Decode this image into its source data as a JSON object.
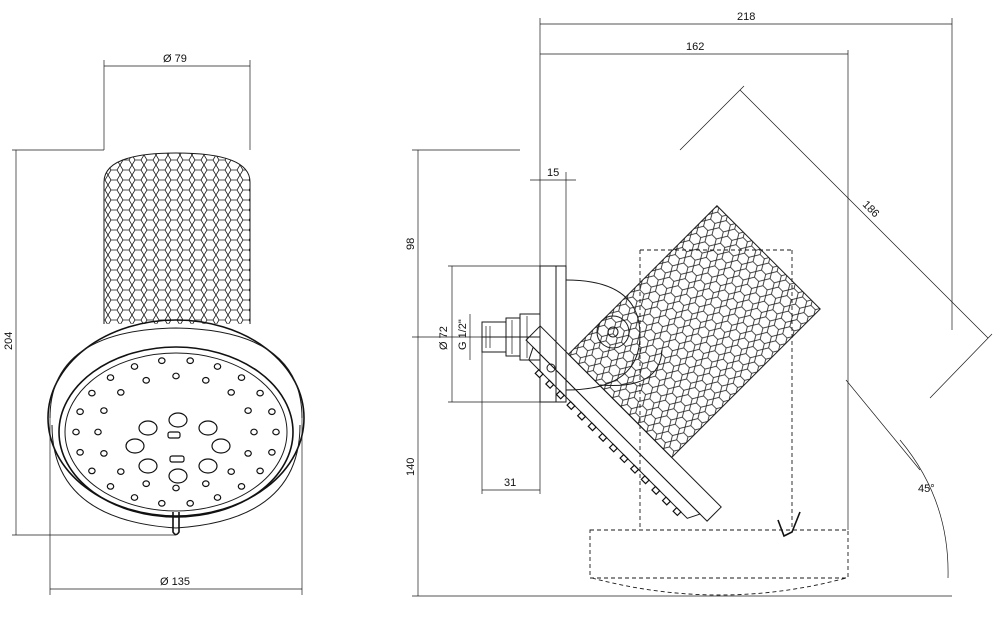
{
  "dimensions": {
    "front_head_diameter": "Ø 79",
    "front_height": "204",
    "front_face_diameter": "Ø 135",
    "side_total_width": "218",
    "side_body_width": "162",
    "side_inlet_offset": "15",
    "side_upper_height": "98",
    "side_flange_diameter": "Ø 72",
    "side_thread": "G 1/2\"",
    "side_lower_height": "140",
    "side_inlet_depth": "31",
    "side_head_length": "186",
    "side_tilt_angle": "45°"
  },
  "colors": {
    "line": "#1a1a1a",
    "background": "#ffffff"
  }
}
